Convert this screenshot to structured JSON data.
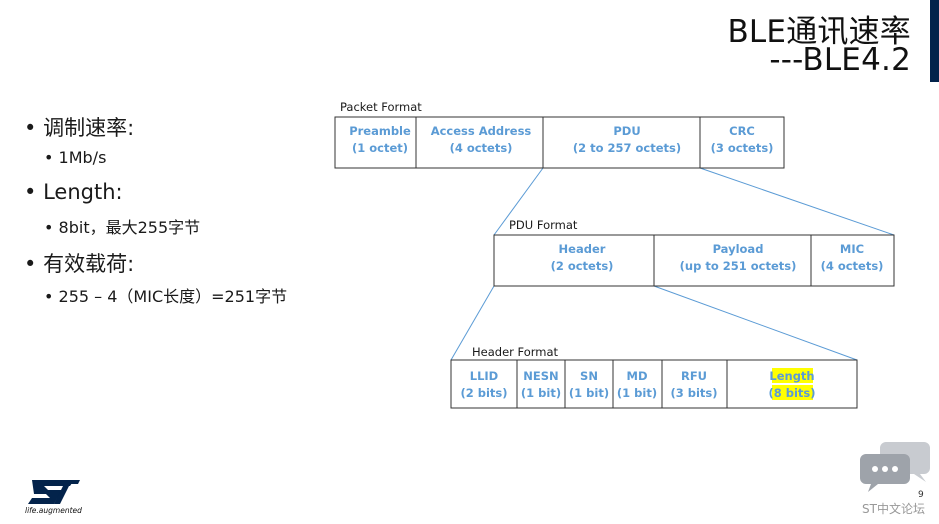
{
  "title": {
    "line1": "BLE通讯速率",
    "line2": "---BLE4.2"
  },
  "bullets": [
    {
      "heading": "调制速率:",
      "sub": "1Mb/s"
    },
    {
      "heading": "Length:",
      "sub": "8bit，最大255字节"
    },
    {
      "heading": "有效载荷:",
      "sub": "255 – 4（MIC长度）=251字节"
    }
  ],
  "bullet_char": "•",
  "packet_format": {
    "label": "Packet Format",
    "fields": [
      {
        "name": "Preamble",
        "size": "(1 octet)"
      },
      {
        "name": "Access Address",
        "size": "(4 octets)"
      },
      {
        "name": "PDU",
        "size": "(2 to 257 octets)"
      },
      {
        "name": "CRC",
        "size": "(3 octets)"
      }
    ]
  },
  "pdu_format": {
    "label": "PDU Format",
    "fields": [
      {
        "name": "Header",
        "size": "(2 octets)"
      },
      {
        "name": "Payload",
        "size": "(up to 251 octets)"
      },
      {
        "name": "MIC",
        "size": "(4 octets)"
      }
    ]
  },
  "header_format": {
    "label": "Header Format",
    "fields": [
      {
        "name": "LLID",
        "size": "(2 bits)"
      },
      {
        "name": "NESN",
        "size": "(1 bit)"
      },
      {
        "name": "SN",
        "size": "(1 bit)"
      },
      {
        "name": "MD",
        "size": "(1 bit)"
      },
      {
        "name": "RFU",
        "size": "(3 bits)"
      },
      {
        "name": "Length",
        "size": "(8 bits)",
        "highlight": true
      }
    ]
  },
  "colors": {
    "field_text": "#5b9bd5",
    "highlight": "#ffff00",
    "accent_bar": "#03234b",
    "connector": "#5b9bd5"
  },
  "logo": {
    "brand": "ST",
    "tagline": "life.augmented"
  },
  "page_number": "9",
  "forum": {
    "label": "ST中文论坛",
    "icon": "chat-bubbles-icon"
  }
}
